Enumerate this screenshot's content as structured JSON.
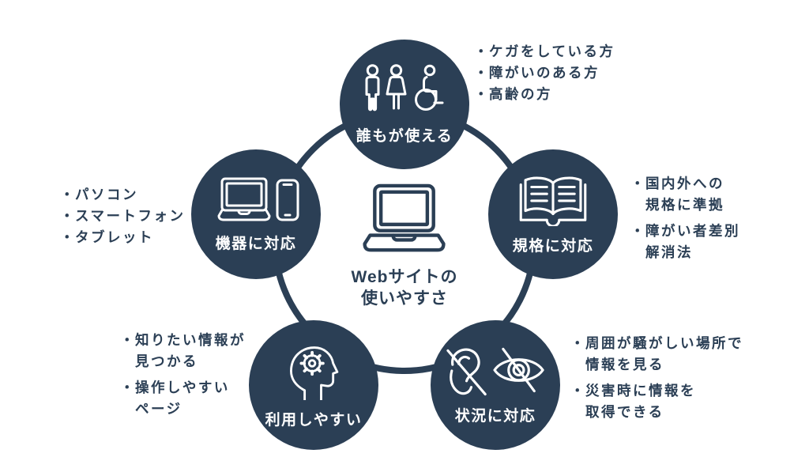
{
  "colors": {
    "navy": "#2b3f55",
    "white": "#ffffff"
  },
  "bullet_char": "・",
  "center": {
    "title_lines": [
      "Webサイトの",
      "使いやすさ"
    ]
  },
  "nodes": {
    "everyone": {
      "label": "誰もが使える",
      "bullets": [
        [
          "ケガをしている方"
        ],
        [
          "障がいのある方"
        ],
        [
          "高齢の方"
        ]
      ]
    },
    "standards": {
      "label": "規格に対応",
      "bullets": [
        [
          "国内外への",
          "規格に準拠"
        ],
        [
          "障がい者差別",
          "解消法"
        ]
      ]
    },
    "devices": {
      "label": "機器に対応",
      "bullets": [
        [
          "パソコン"
        ],
        [
          "スマートフォン"
        ],
        [
          "タブレット"
        ]
      ]
    },
    "usability": {
      "label": "利用しやすい",
      "bullets": [
        [
          "知りたい情報が",
          "見つかる"
        ],
        [
          "操作しやすい",
          "ページ"
        ]
      ]
    },
    "situation": {
      "label": "状況に対応",
      "bullets": [
        [
          "周囲が騒がしい場所で",
          "情報を見る"
        ],
        [
          "災害時に情報を",
          "取得できる"
        ]
      ]
    }
  }
}
